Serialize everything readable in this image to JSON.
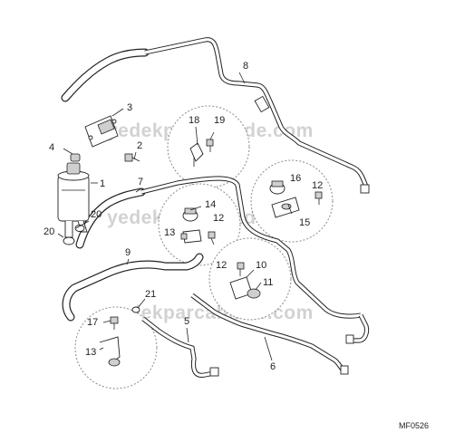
{
  "diagram": {
    "reference_code": "MF0526",
    "watermark": [
      "yedekparcabizde.com",
      "yedekparcabizde.com",
      "yedekparcabizde.com"
    ],
    "callouts": {
      "c1": "1",
      "c2": "2",
      "c3": "3",
      "c4": "4",
      "c5": "5",
      "c6": "6",
      "c7": "7",
      "c8": "8",
      "c9": "9",
      "c10": "10",
      "c11": "11",
      "c12a": "12",
      "c12b": "12",
      "c12c": "12",
      "c13a": "13",
      "c13b": "13",
      "c14": "14",
      "c15": "15",
      "c16": "16",
      "c17": "17",
      "c18": "18",
      "c19": "19",
      "c20a": "20",
      "c20b": "20",
      "c21": "21"
    }
  }
}
